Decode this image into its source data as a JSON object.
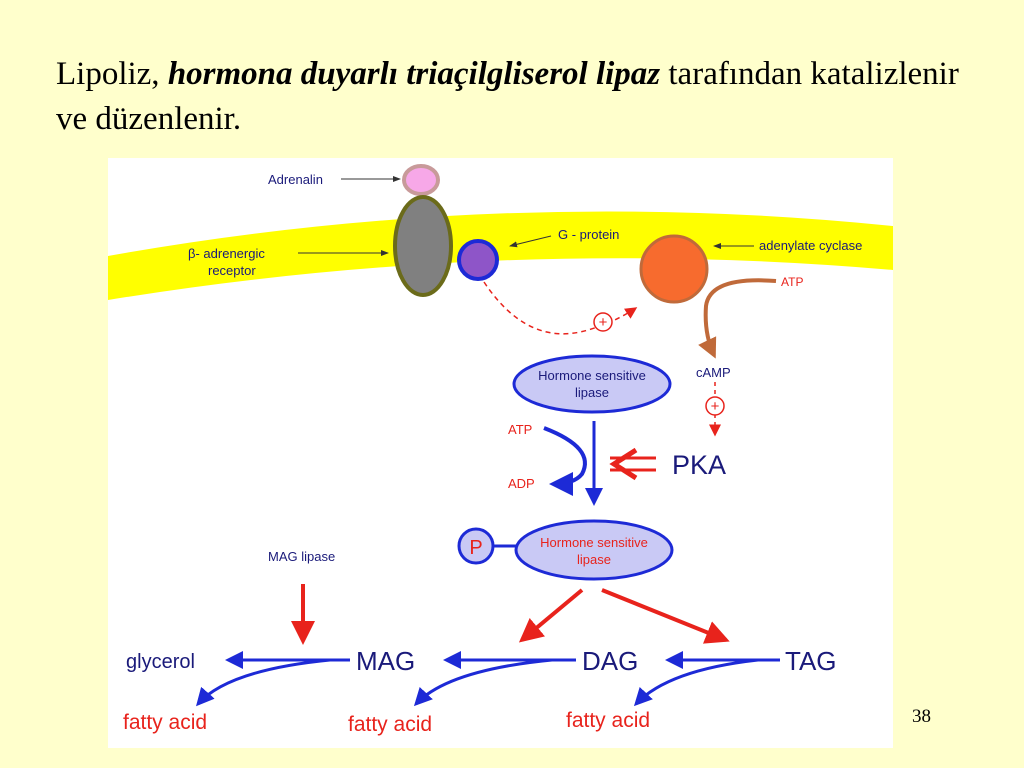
{
  "slide": {
    "title_prefix": "Lipoliz, ",
    "title_emphasis": "hormona duyarlı triaçilgliserol lipaz",
    "title_suffix": " tarafından katalizlenir ve düzenlenir.",
    "slide_number": "38"
  },
  "diagram": {
    "adrenalin": "Adrenalin",
    "receptor_line1": "β- adrenergic",
    "receptor_line2": "receptor",
    "g_protein": "G - protein",
    "adenylate_cyclase": "adenylate cyclase",
    "atp_top": "ATP",
    "camp": "cAMP",
    "plus_sign": "+",
    "hsl_line1": "Hormone sensitive",
    "hsl_line2": "lipase",
    "atp": "ATP",
    "adp": "ADP",
    "pka": "PKA",
    "phosphate": "P",
    "hsl_p_line1": "Hormone sensitive",
    "hsl_p_line2": "lipase",
    "mag_lipase": "MAG lipase",
    "glycerol": "glycerol",
    "mag": "MAG",
    "dag": "DAG",
    "tag": "TAG",
    "fatty_acid_1": "fatty acid",
    "fatty_acid_2": "fatty acid",
    "fatty_acid_3": "fatty acid"
  },
  "colors": {
    "background": "#ffffcc",
    "panel": "#ffffff",
    "membrane": "#ffff00",
    "label_navy": "#1a1a7a",
    "red": "#e8231c",
    "blue": "#1d2ad6",
    "brown": "#c06a3a",
    "lipase_fill": "#c9c9f5",
    "gprotein_fill": "#8e55c8",
    "cyclase_fill": "#f76b2e",
    "receptor_fill": "#808080",
    "adrenalin_fill": "#f7a8e8"
  }
}
